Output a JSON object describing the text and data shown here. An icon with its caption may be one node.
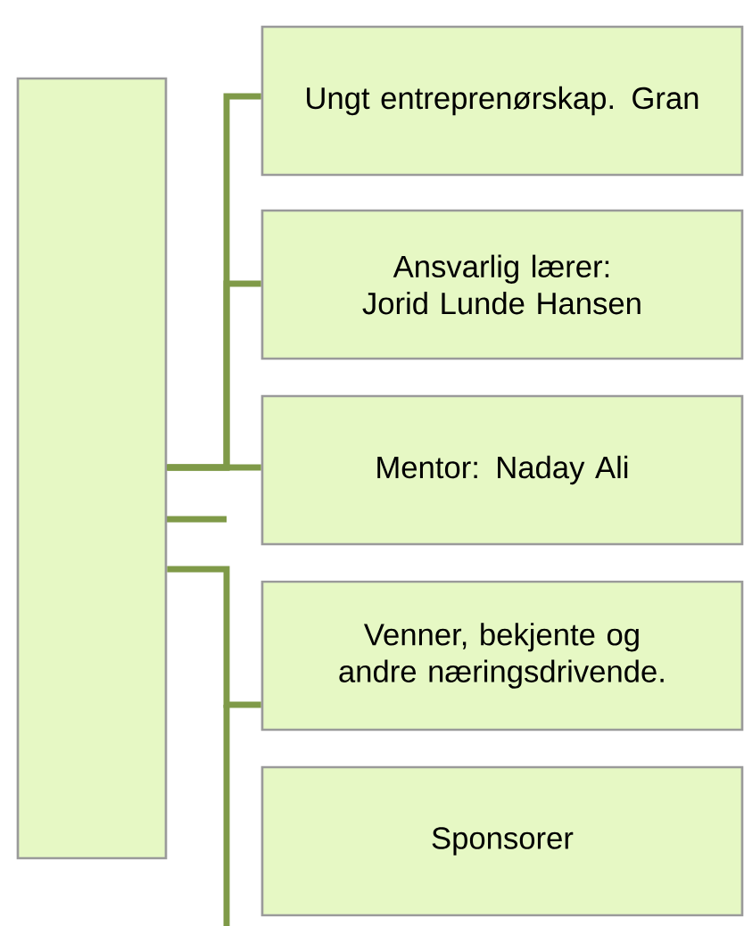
{
  "diagram": {
    "nodes": [
      {
        "text": [],
        "shape": "box"
      },
      {
        "text": [
          "Ungt entreprenørskap. Gran"
        ]
      },
      {
        "text": [
          "Ansvarlig lærer: Jorid Lunde Hansen"
        ]
      },
      {
        "text": [
          "Mentor: Naday Ali"
        ]
      },
      {
        "text": [
          "Venner, bekjente og andre næringsdrivende."
        ]
      },
      {
        "text": [
          "Sponsorer"
        ]
      }
    ],
    "edges": [
      {
        "from": 0,
        "to": 1,
        "arrow": "none"
      },
      {
        "from": 0,
        "to": 2,
        "arrow": "none"
      },
      {
        "from": 0,
        "to": 3,
        "arrow": "none"
      },
      {
        "from": 0,
        "to": 4,
        "arrow": "none"
      }
    ]
  }
}
